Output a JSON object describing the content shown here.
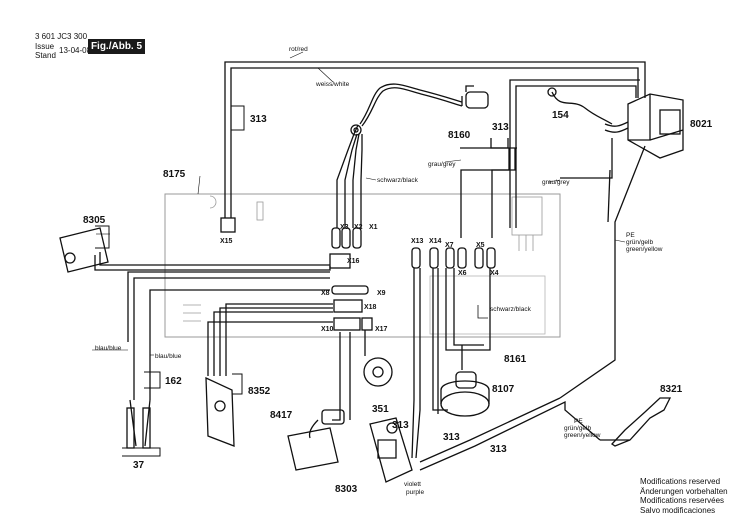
{
  "header": {
    "doc_number": "3 601 JC3 300",
    "issue_label_en": "Issue",
    "issue_label_de": "Stand",
    "issue_date": "13-04-08",
    "figure_label": "Fig./Abb. 5"
  },
  "footer": {
    "lines": [
      "Modifications reserved",
      "Änderungen vorbehalten",
      "Modifications reservées",
      "Salvo modificaciones"
    ]
  },
  "refs": {
    "r313a": "313",
    "r313b": "313",
    "r313c": "313",
    "r313d": "313",
    "r313e": "313",
    "r8160": "8160",
    "r154": "154",
    "r8021": "8021",
    "r8175": "8175",
    "r8305": "8305",
    "r8161": "8161",
    "r8107": "8107",
    "r8321": "8321",
    "r162": "162",
    "r8352": "8352",
    "r8417": "8417",
    "r351": "351",
    "r8303": "8303",
    "r37": "37"
  },
  "connectors": {
    "x1": "X1",
    "x2": "X2",
    "x3": "X3",
    "x4": "X4",
    "x5": "X5",
    "x6": "X6",
    "x7": "X7",
    "x8": "X8",
    "x9": "X9",
    "x10": "X10",
    "x13": "X13",
    "x14": "X14",
    "x15": "X15",
    "x16": "X16",
    "x17": "X17",
    "x18": "X18"
  },
  "wire_labels": {
    "red": "rot/red",
    "white": "weiss/white",
    "black1": "schwarz/black",
    "grey1": "grau/grey",
    "grey2": "grau/grey",
    "pe1": "PE",
    "pe1_color": "grün/gelb",
    "pe1_color_en": "green/yellow",
    "black2": "schwarz/black",
    "blue1": "blau/blue",
    "blue2": "blau/blue",
    "pe2": "PE",
    "pe2_color": "grün/gelb",
    "pe2_color_en": "green/yellow",
    "violet": "violett",
    "purple": "purple"
  },
  "colors": {
    "line": "#111111",
    "board": "#aaaaaa",
    "background": "#ffffff"
  }
}
